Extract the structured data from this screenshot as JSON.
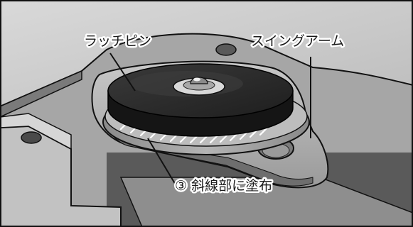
{
  "labels": {
    "latch_pin": "ラッチピン",
    "swing_arm": "スイングアーム",
    "apply_hatched": "③ 斜線部に塗布"
  },
  "colors": {
    "background": "#a8a8a8",
    "light_metal": "#cfcfcf",
    "mid_metal": "#9c9c9c",
    "dark_shadow": "#474747",
    "pin_top": "#2b2b2b",
    "pin_side": "#161616",
    "outline": "#111111",
    "hatch": "#ffffff"
  }
}
